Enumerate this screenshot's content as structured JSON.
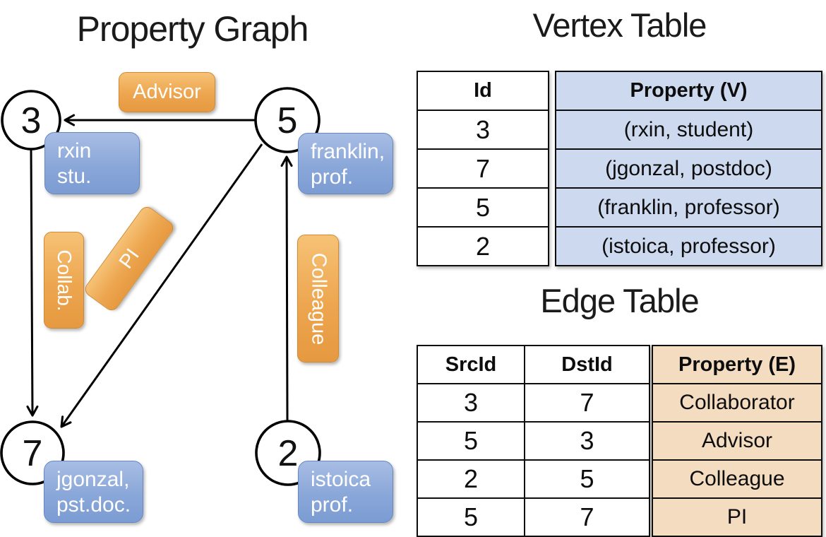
{
  "graph": {
    "title": "Property Graph",
    "nodes": {
      "n3": "3",
      "n5": "5",
      "n7": "7",
      "n2": "2"
    },
    "node_labels": {
      "v3": [
        "rxin",
        "stu."
      ],
      "v5": [
        "franklin,",
        "prof."
      ],
      "v7": [
        "jgonzal,",
        "pst.doc."
      ],
      "v2": [
        "istoica",
        "prof."
      ]
    },
    "edge_labels": {
      "advisor": "Advisor",
      "collab": "Collab.",
      "pi": "PI",
      "colleague": "Colleague"
    }
  },
  "vertex_table": {
    "title": "Vertex Table",
    "col_id_header": "Id",
    "col_property_header": "Property (V)",
    "ids": [
      "3",
      "7",
      "5",
      "2"
    ],
    "properties": [
      "(rxin, student)",
      "(jgonzal, postdoc)",
      "(franklin, professor)",
      "(istoica, professor)"
    ]
  },
  "edge_table": {
    "title": "Edge Table",
    "col_src_header": "SrcId",
    "col_dst_header": "DstId",
    "col_property_header": "Property (E)",
    "rows": [
      {
        "src": "3",
        "dst": "7",
        "property": "Collaborator"
      },
      {
        "src": "5",
        "dst": "3",
        "property": "Advisor"
      },
      {
        "src": "2",
        "dst": "5",
        "property": "Colleague"
      },
      {
        "src": "5",
        "dst": "7",
        "property": "PI"
      }
    ]
  },
  "colors": {
    "edge_label_orange": "#e69940",
    "vertex_label_blue": "#7b9cd3",
    "vertex_table_cell_blue": "#cdd9ee",
    "edge_table_cell_peach": "#f4dcc1"
  }
}
